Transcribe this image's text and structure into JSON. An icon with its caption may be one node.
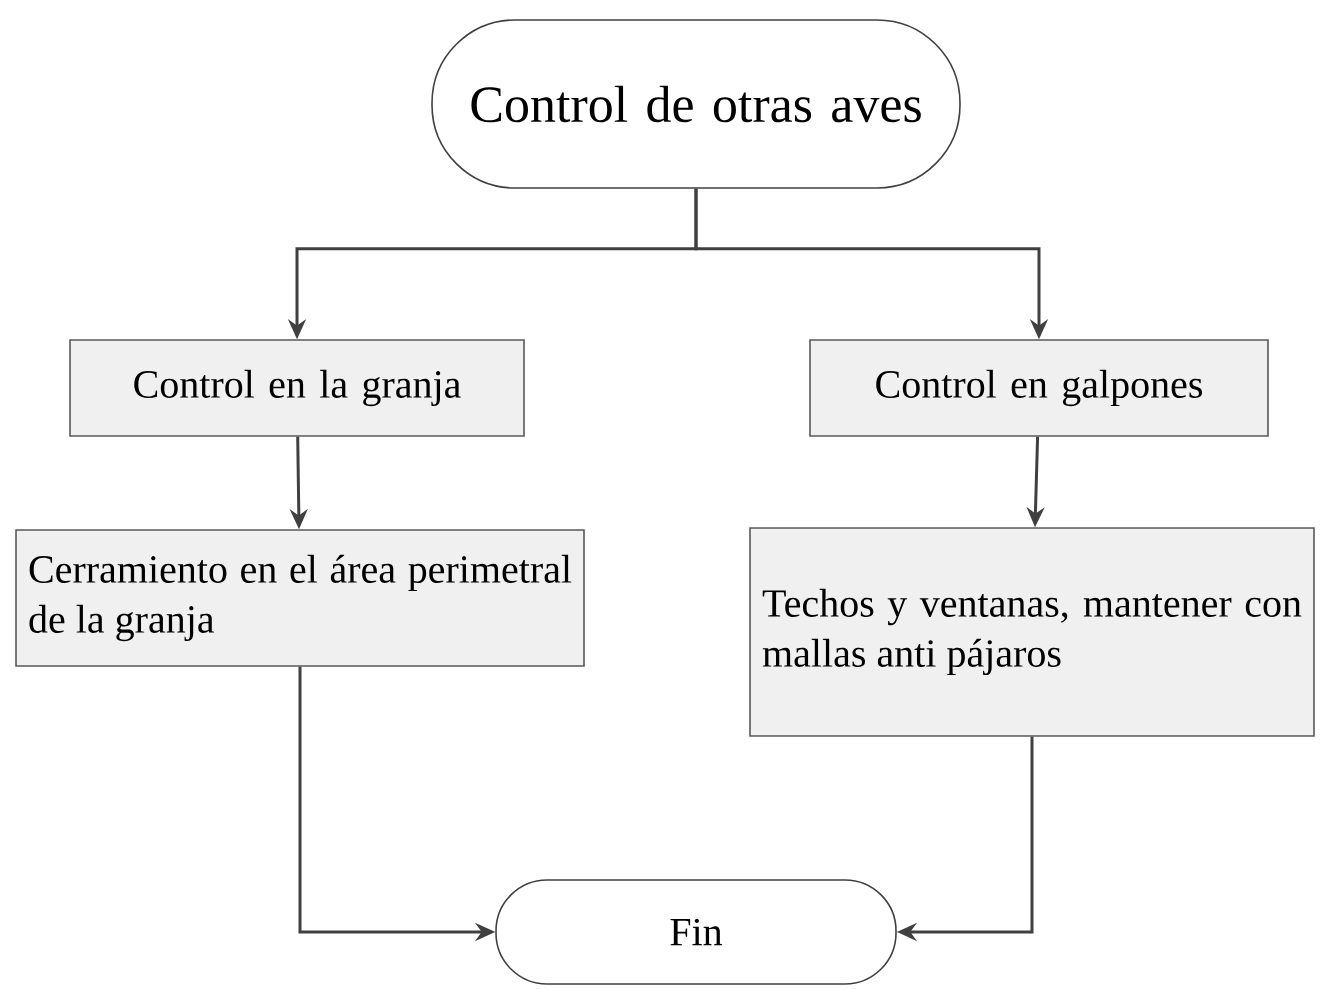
{
  "diagram": {
    "nodes": [
      {
        "text": [
          "Control de otras aves"
        ]
      },
      {
        "text": [
          "Control en la granja"
        ]
      },
      {
        "text": [
          "Control en galpones"
        ]
      },
      {
        "text": [
          "Cerramiento en el área perimetral de la granja"
        ]
      },
      {
        "text": [
          "Techos y ventanas, mantener con mallas anti pájaros"
        ]
      },
      {
        "text": [
          "Fin"
        ]
      }
    ],
    "edges": [
      {
        "from": 0,
        "to": 1,
        "arrow": "to"
      },
      {
        "from": 0,
        "to": 2,
        "arrow": "to"
      },
      {
        "from": 1,
        "to": 3,
        "arrow": "to"
      },
      {
        "from": 2,
        "to": 4,
        "arrow": "to"
      },
      {
        "from": 3,
        "to": 5,
        "arrow": "to"
      },
      {
        "from": 4,
        "to": 5,
        "arrow": "to"
      }
    ]
  }
}
